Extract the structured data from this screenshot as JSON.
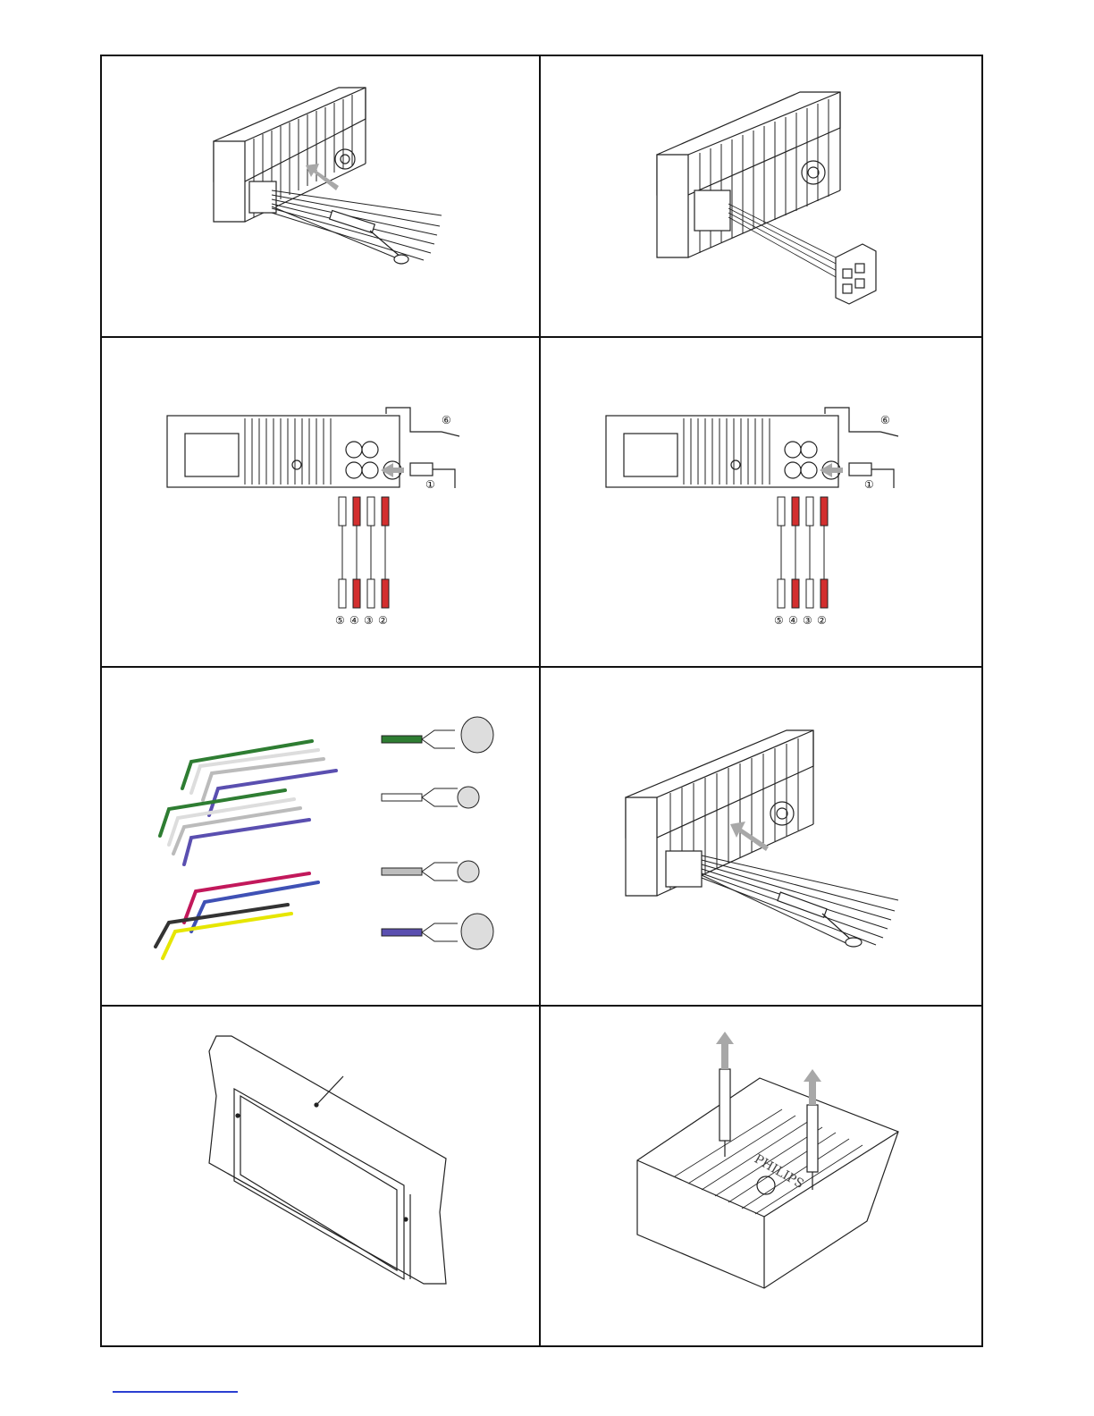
{
  "document": {
    "brand_marking": "PHILIPS",
    "connector_numbers_right": [
      "⑥",
      "①"
    ],
    "connector_numbers_bottom": [
      "⑤",
      "④",
      "③",
      "②"
    ]
  },
  "colors": {
    "frame": "#111111",
    "wire_green": "#2e7d32",
    "wire_white": "#ffffff",
    "wire_grey": "#bdbdbd",
    "wire_purple": "#5a4fb0",
    "wire_red": "#c2185b",
    "wire_blue": "#3f51b5",
    "wire_black": "#333333",
    "wire_yellow": "#e6e600",
    "rca_red": "#d32f2f",
    "arrow_grey": "#a8a8a8",
    "footer_link": "#2b3fd1"
  },
  "figures": [
    {
      "id": "fig-1",
      "icon": "radio-rear-harness-insert-illustration"
    },
    {
      "id": "fig-2",
      "icon": "radio-rear-iso-connector-illustration"
    },
    {
      "id": "fig-3",
      "icon": "rca-line-out-connections-illustration"
    },
    {
      "id": "fig-4",
      "icon": "rca-line-out-connections-illustration"
    },
    {
      "id": "fig-5",
      "icon": "speaker-wire-color-map-illustration"
    },
    {
      "id": "fig-6",
      "icon": "radio-rear-harness-insert-illustration"
    },
    {
      "id": "fig-7",
      "icon": "dashboard-mount-opening-illustration"
    },
    {
      "id": "fig-8",
      "icon": "unit-removal-keys-illustration"
    }
  ]
}
